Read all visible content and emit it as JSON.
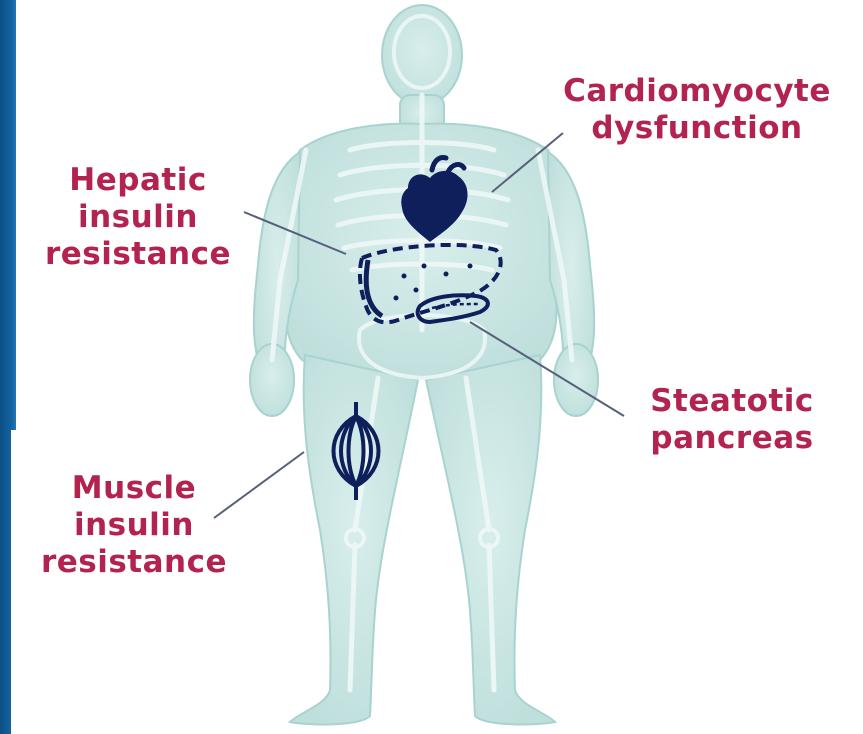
{
  "labels": {
    "cardiomyocyte": [
      "Cardiomyocyte",
      "dysfunction"
    ],
    "hepatic": [
      "Hepatic",
      "insulin",
      "resistance"
    ],
    "steatotic": [
      "Steatotic",
      "pancreas"
    ],
    "muscle": [
      "Muscle",
      "insulin",
      "resistance"
    ]
  },
  "colors": {
    "label_text": "#b2234f",
    "organ": "#0e1f5c",
    "body_fill": "#cfe8e6",
    "bone": "#e6f3f2",
    "leader_line": "#56607a",
    "side_bar": "#0c4f86"
  },
  "icons": [
    "heart-icon",
    "liver-icon",
    "pancreas-icon",
    "muscle-icon"
  ]
}
